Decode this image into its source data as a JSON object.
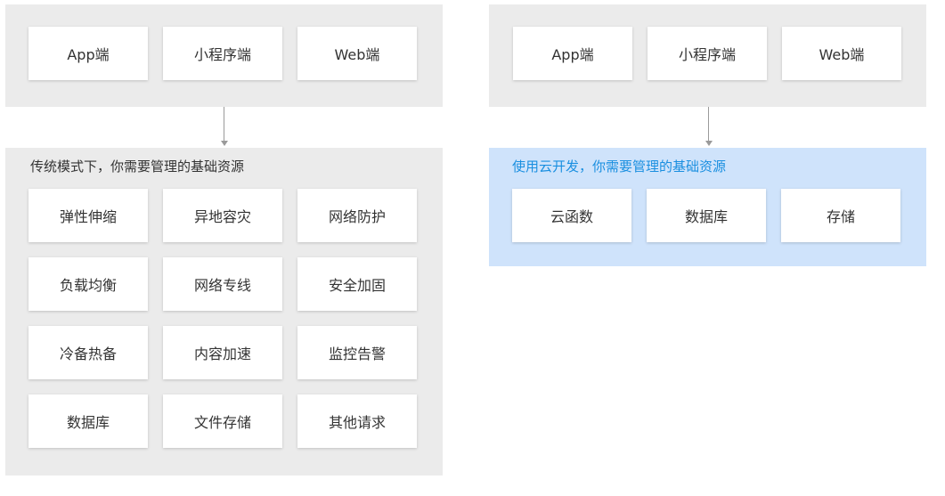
{
  "left": {
    "clients": [
      "App端",
      "小程序端",
      "Web端"
    ],
    "heading": "传统模式下，你需要管理的基础资源",
    "resources": [
      "弹性伸缩",
      "异地容灾",
      "网络防护",
      "负载均衡",
      "网络专线",
      "安全加固",
      "冷备热备",
      "内容加速",
      "监控告警",
      "数据库",
      "文件存储",
      "其他请求"
    ]
  },
  "right": {
    "clients": [
      "App端",
      "小程序端",
      "Web端"
    ],
    "heading": "使用云开发，你需要管理的基础资源",
    "resources": [
      "云函数",
      "数据库",
      "存储"
    ]
  },
  "colors": {
    "panel_gray": "#ebebeb",
    "panel_blue": "#cfe3fb",
    "heading_blue": "#1a8fe0",
    "arrow": "#9a9a9a"
  }
}
